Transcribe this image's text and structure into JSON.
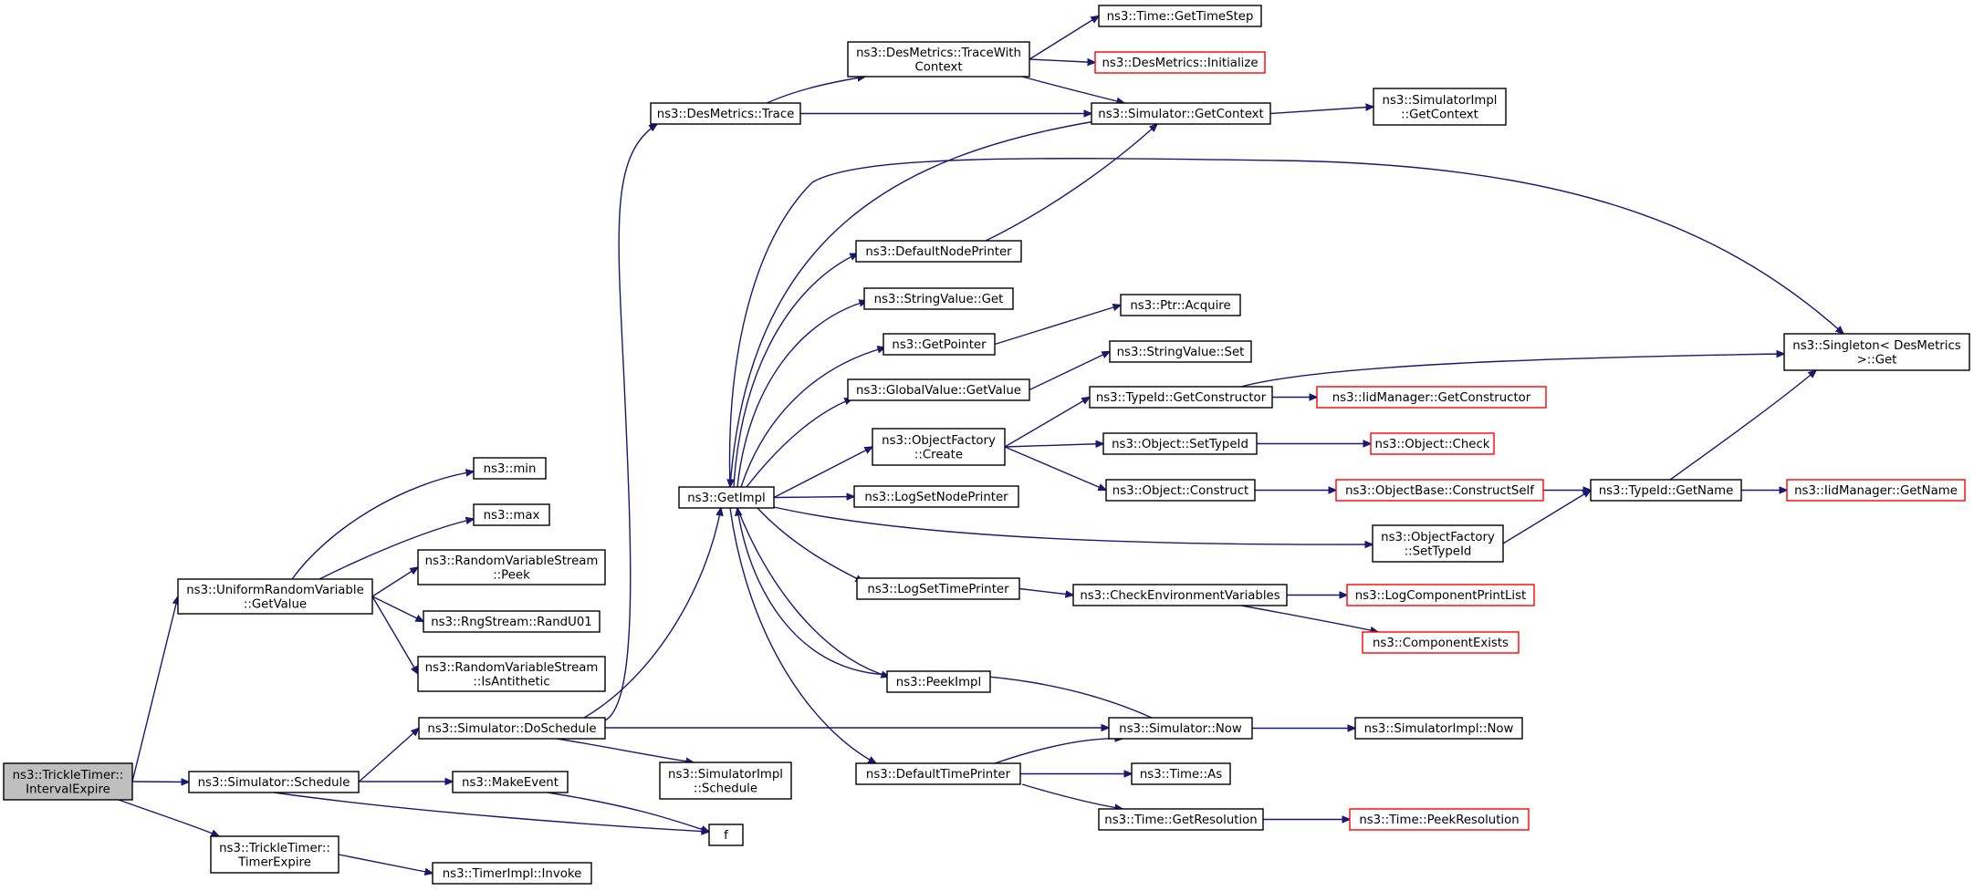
{
  "diagram": {
    "type": "call-graph",
    "colors": {
      "edge": "#191970",
      "root_fill": "#bfbfbf",
      "truncated_border": "#ff0000",
      "box_border": "#000000"
    },
    "nodes": [
      {
        "id": "root",
        "lines": [
          "ns3::TrickleTimer::",
          "IntervalExpire"
        ],
        "style": "root"
      },
      {
        "id": "urv_getvalue",
        "lines": [
          "ns3::UniformRandomVariable",
          "::GetValue"
        ]
      },
      {
        "id": "min",
        "lines": [
          "ns3::min"
        ]
      },
      {
        "id": "max",
        "lines": [
          "ns3::max"
        ]
      },
      {
        "id": "rvs_peek",
        "lines": [
          "ns3::RandomVariableStream",
          "::Peek"
        ]
      },
      {
        "id": "rng_randu01",
        "lines": [
          "ns3::RngStream::RandU01"
        ]
      },
      {
        "id": "rvs_isantithetic",
        "lines": [
          "ns3::RandomVariableStream",
          "::IsAntithetic"
        ]
      },
      {
        "id": "sim_schedule",
        "lines": [
          "ns3::Simulator::Schedule"
        ]
      },
      {
        "id": "sim_doschedule",
        "lines": [
          "ns3::Simulator::DoSchedule"
        ]
      },
      {
        "id": "makeevent",
        "lines": [
          "ns3::MakeEvent"
        ]
      },
      {
        "id": "f",
        "lines": [
          "f"
        ]
      },
      {
        "id": "trickle_timerexpire",
        "lines": [
          "ns3::TrickleTimer::",
          "TimerExpire"
        ]
      },
      {
        "id": "timerimpl_invoke",
        "lines": [
          "ns3::TimerImpl::Invoke"
        ]
      },
      {
        "id": "simimpl_schedule",
        "lines": [
          "ns3::SimulatorImpl",
          "::Schedule"
        ]
      },
      {
        "id": "desmetrics_trace",
        "lines": [
          "ns3::DesMetrics::Trace"
        ]
      },
      {
        "id": "getimpl",
        "lines": [
          "ns3::GetImpl"
        ]
      },
      {
        "id": "desmetrics_tracewithcontext",
        "lines": [
          "ns3::DesMetrics::TraceWith",
          "Context"
        ]
      },
      {
        "id": "time_gettimestep",
        "lines": [
          "ns3::Time::GetTimeStep"
        ]
      },
      {
        "id": "desmetrics_initialize",
        "lines": [
          "ns3::DesMetrics::Initialize"
        ],
        "style": "red"
      },
      {
        "id": "sim_getcontext",
        "lines": [
          "ns3::Simulator::GetContext"
        ]
      },
      {
        "id": "simimpl_getcontext",
        "lines": [
          "ns3::SimulatorImpl",
          "::GetContext"
        ]
      },
      {
        "id": "defaultnodeprinter",
        "lines": [
          "ns3::DefaultNodePrinter"
        ]
      },
      {
        "id": "stringvalue_get",
        "lines": [
          "ns3::StringValue::Get"
        ]
      },
      {
        "id": "getpointer",
        "lines": [
          "ns3::GetPointer"
        ]
      },
      {
        "id": "ptr_acquire",
        "lines": [
          "ns3::Ptr::Acquire"
        ]
      },
      {
        "id": "globalvalue_getvalue",
        "lines": [
          "ns3::GlobalValue::GetValue"
        ]
      },
      {
        "id": "stringvalue_set",
        "lines": [
          "ns3::StringValue::Set"
        ]
      },
      {
        "id": "singleton_get",
        "lines": [
          "ns3::Singleton< DesMetrics",
          " >::Get"
        ]
      },
      {
        "id": "objectfactory_create",
        "lines": [
          "ns3::ObjectFactory",
          "::Create"
        ]
      },
      {
        "id": "typeid_getconstructor",
        "lines": [
          "ns3::TypeId::GetConstructor"
        ]
      },
      {
        "id": "iidmanager_getconstructor",
        "lines": [
          "ns3::IidManager::GetConstructor"
        ],
        "style": "red"
      },
      {
        "id": "object_settypeid",
        "lines": [
          "ns3::Object::SetTypeId"
        ]
      },
      {
        "id": "object_check",
        "lines": [
          "ns3::Object::Check"
        ],
        "style": "red"
      },
      {
        "id": "object_construct",
        "lines": [
          "ns3::Object::Construct"
        ]
      },
      {
        "id": "objectbase_constructself",
        "lines": [
          "ns3::ObjectBase::ConstructSelf"
        ],
        "style": "red"
      },
      {
        "id": "typeid_getname",
        "lines": [
          "ns3::TypeId::GetName"
        ]
      },
      {
        "id": "iidmanager_getname",
        "lines": [
          "ns3::IidManager::GetName"
        ],
        "style": "red"
      },
      {
        "id": "logsetnodeprinter",
        "lines": [
          "ns3::LogSetNodePrinter"
        ]
      },
      {
        "id": "objectfactory_settypeid",
        "lines": [
          "ns3::ObjectFactory",
          "::SetTypeId"
        ]
      },
      {
        "id": "logsettimeprinter",
        "lines": [
          "ns3::LogSetTimePrinter"
        ]
      },
      {
        "id": "checkenvvars",
        "lines": [
          "ns3::CheckEnvironmentVariables"
        ]
      },
      {
        "id": "logcomponentprintlist",
        "lines": [
          "ns3::LogComponentPrintList"
        ],
        "style": "red"
      },
      {
        "id": "componentexists",
        "lines": [
          "ns3::ComponentExists"
        ],
        "style": "red"
      },
      {
        "id": "peekimpl",
        "lines": [
          "ns3::PeekImpl"
        ]
      },
      {
        "id": "sim_now",
        "lines": [
          "ns3::Simulator::Now"
        ]
      },
      {
        "id": "simimpl_now",
        "lines": [
          "ns3::SimulatorImpl::Now"
        ]
      },
      {
        "id": "defaulttimeprinter",
        "lines": [
          "ns3::DefaultTimePrinter"
        ]
      },
      {
        "id": "time_as",
        "lines": [
          "ns3::Time::As"
        ]
      },
      {
        "id": "time_getresolution",
        "lines": [
          "ns3::Time::GetResolution"
        ]
      },
      {
        "id": "time_peekresolution",
        "lines": [
          "ns3::Time::PeekResolution"
        ],
        "style": "red"
      }
    ],
    "edges": [
      [
        "root",
        "urv_getvalue"
      ],
      [
        "root",
        "sim_schedule"
      ],
      [
        "root",
        "trickle_timerexpire"
      ],
      [
        "urv_getvalue",
        "min"
      ],
      [
        "urv_getvalue",
        "max"
      ],
      [
        "urv_getvalue",
        "rvs_peek"
      ],
      [
        "urv_getvalue",
        "rng_randu01"
      ],
      [
        "urv_getvalue",
        "rvs_isantithetic"
      ],
      [
        "sim_schedule",
        "sim_doschedule"
      ],
      [
        "sim_schedule",
        "makeevent"
      ],
      [
        "sim_schedule",
        "f"
      ],
      [
        "makeevent",
        "f"
      ],
      [
        "trickle_timerexpire",
        "timerimpl_invoke"
      ],
      [
        "sim_doschedule",
        "desmetrics_trace"
      ],
      [
        "sim_doschedule",
        "getimpl"
      ],
      [
        "sim_doschedule",
        "simimpl_schedule"
      ],
      [
        "sim_doschedule",
        "sim_now"
      ],
      [
        "desmetrics_trace",
        "desmetrics_tracewithcontext"
      ],
      [
        "desmetrics_trace",
        "sim_getcontext"
      ],
      [
        "desmetrics_tracewithcontext",
        "time_gettimestep"
      ],
      [
        "desmetrics_tracewithcontext",
        "desmetrics_initialize"
      ],
      [
        "desmetrics_tracewithcontext",
        "sim_getcontext"
      ],
      [
        "sim_getcontext",
        "getimpl"
      ],
      [
        "sim_getcontext",
        "simimpl_getcontext"
      ],
      [
        "getimpl",
        "singleton_get"
      ],
      [
        "getimpl",
        "defaultnodeprinter"
      ],
      [
        "getimpl",
        "stringvalue_get"
      ],
      [
        "getimpl",
        "getpointer"
      ],
      [
        "getimpl",
        "globalvalue_getvalue"
      ],
      [
        "getimpl",
        "objectfactory_create"
      ],
      [
        "getimpl",
        "logsetnodeprinter"
      ],
      [
        "getimpl",
        "objectfactory_settypeid"
      ],
      [
        "getimpl",
        "logsettimeprinter"
      ],
      [
        "getimpl",
        "peekimpl"
      ],
      [
        "getimpl",
        "defaulttimeprinter"
      ],
      [
        "defaultnodeprinter",
        "sim_getcontext"
      ],
      [
        "getpointer",
        "ptr_acquire"
      ],
      [
        "globalvalue_getvalue",
        "stringvalue_set"
      ],
      [
        "objectfactory_create",
        "typeid_getconstructor"
      ],
      [
        "objectfactory_create",
        "object_settypeid"
      ],
      [
        "objectfactory_create",
        "object_construct"
      ],
      [
        "typeid_getconstructor",
        "singleton_get"
      ],
      [
        "typeid_getconstructor",
        "iidmanager_getconstructor"
      ],
      [
        "object_settypeid",
        "object_check"
      ],
      [
        "object_construct",
        "objectbase_constructself"
      ],
      [
        "objectbase_constructself",
        "typeid_getname"
      ],
      [
        "typeid_getname",
        "singleton_get"
      ],
      [
        "typeid_getname",
        "iidmanager_getname"
      ],
      [
        "objectfactory_settypeid",
        "typeid_getname"
      ],
      [
        "logsettimeprinter",
        "checkenvvars"
      ],
      [
        "checkenvvars",
        "logcomponentprintlist"
      ],
      [
        "checkenvvars",
        "componentexists"
      ],
      [
        "sim_now",
        "getimpl"
      ],
      [
        "sim_now",
        "simimpl_now"
      ],
      [
        "defaulttimeprinter",
        "sim_now"
      ],
      [
        "defaulttimeprinter",
        "time_as"
      ],
      [
        "defaulttimeprinter",
        "time_getresolution"
      ],
      [
        "time_getresolution",
        "time_peekresolution"
      ]
    ]
  }
}
